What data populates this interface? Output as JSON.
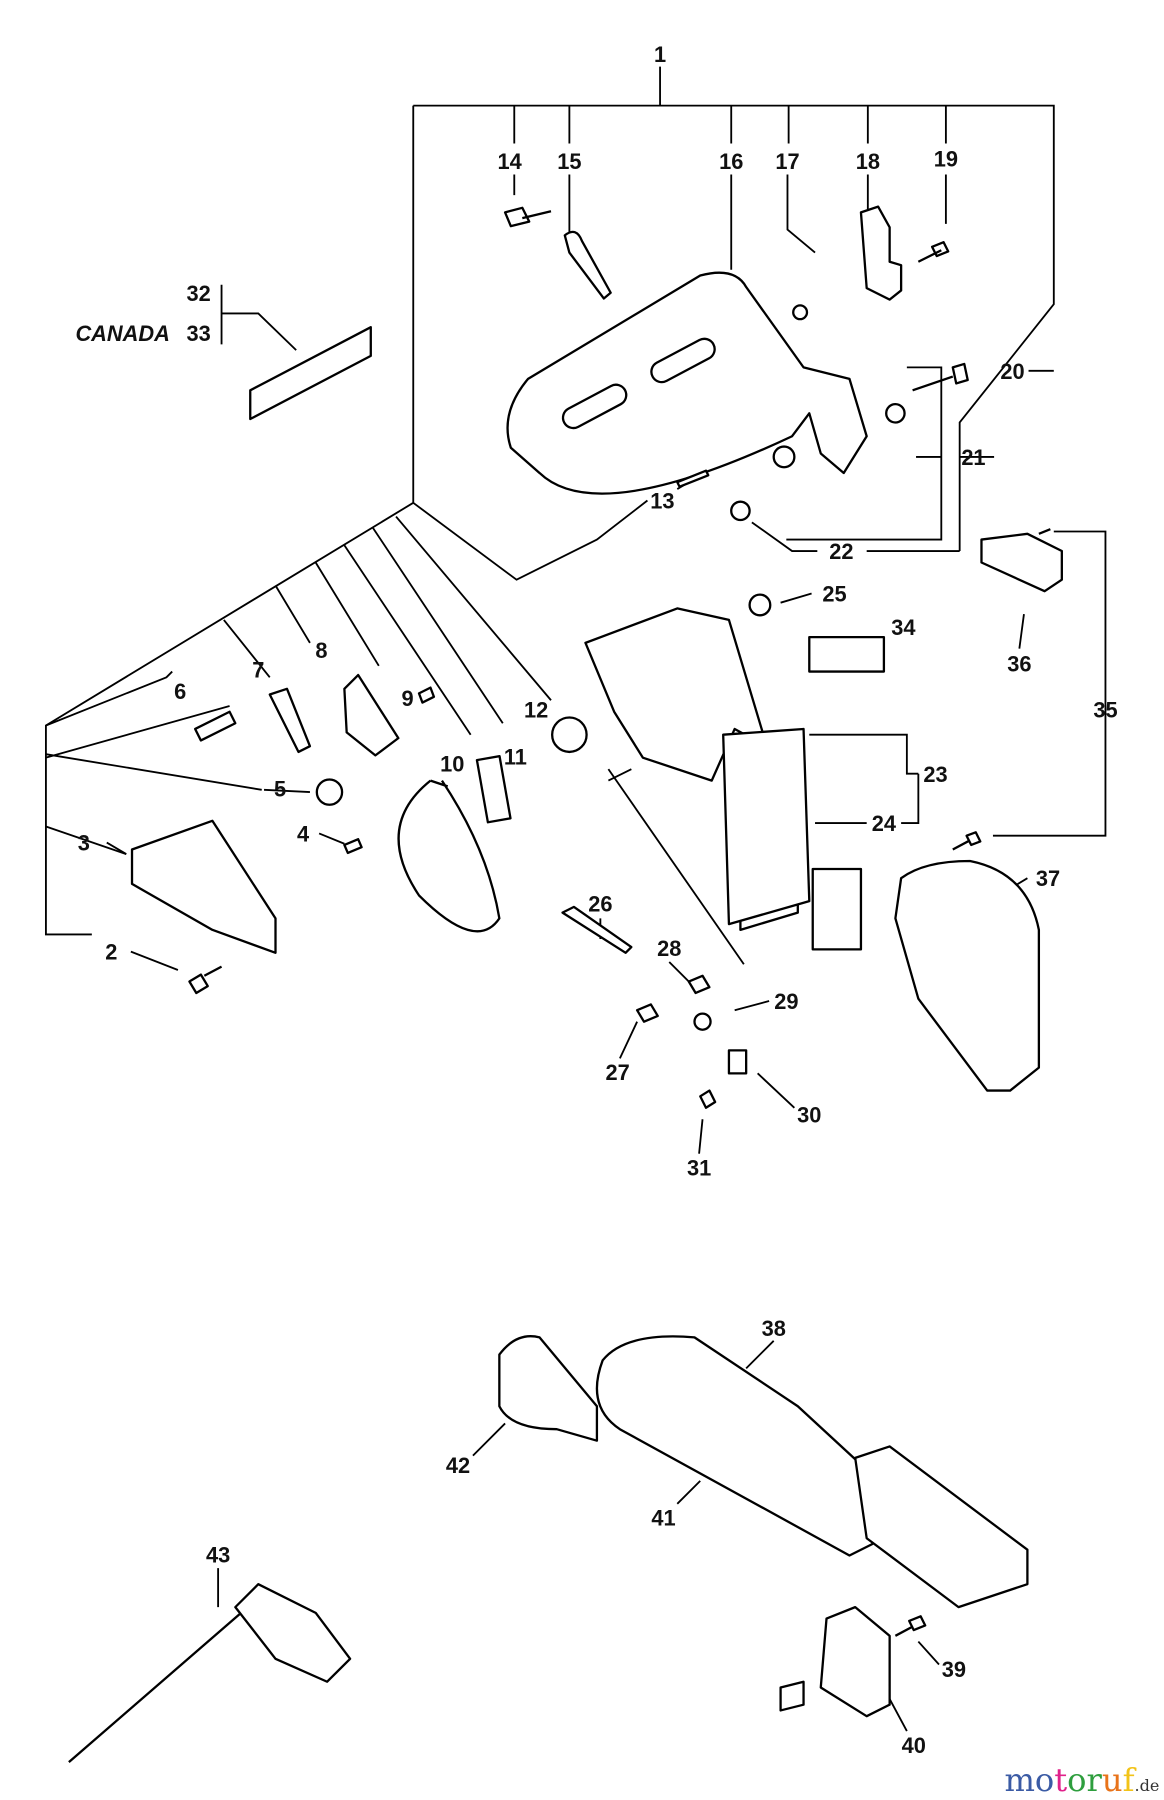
{
  "diagram": {
    "labels": [
      "1",
      "2",
      "3",
      "4",
      "5",
      "6",
      "7",
      "8",
      "9",
      "10",
      "11",
      "12",
      "13",
      "14",
      "15",
      "16",
      "17",
      "18",
      "19",
      "20",
      "21",
      "22",
      "23",
      "24",
      "25",
      "26",
      "27",
      "28",
      "29",
      "30",
      "31",
      "32",
      "33",
      "34",
      "35",
      "36",
      "37",
      "38",
      "39",
      "40",
      "41",
      "42",
      "43"
    ],
    "region_note": "CANADA"
  },
  "watermark": {
    "brand": "motoruf",
    "suffix": ".de",
    "colors": [
      "#3b5ba5",
      "#e0218a",
      "#2e9e3e",
      "#e8731a",
      "#f2c318"
    ]
  }
}
